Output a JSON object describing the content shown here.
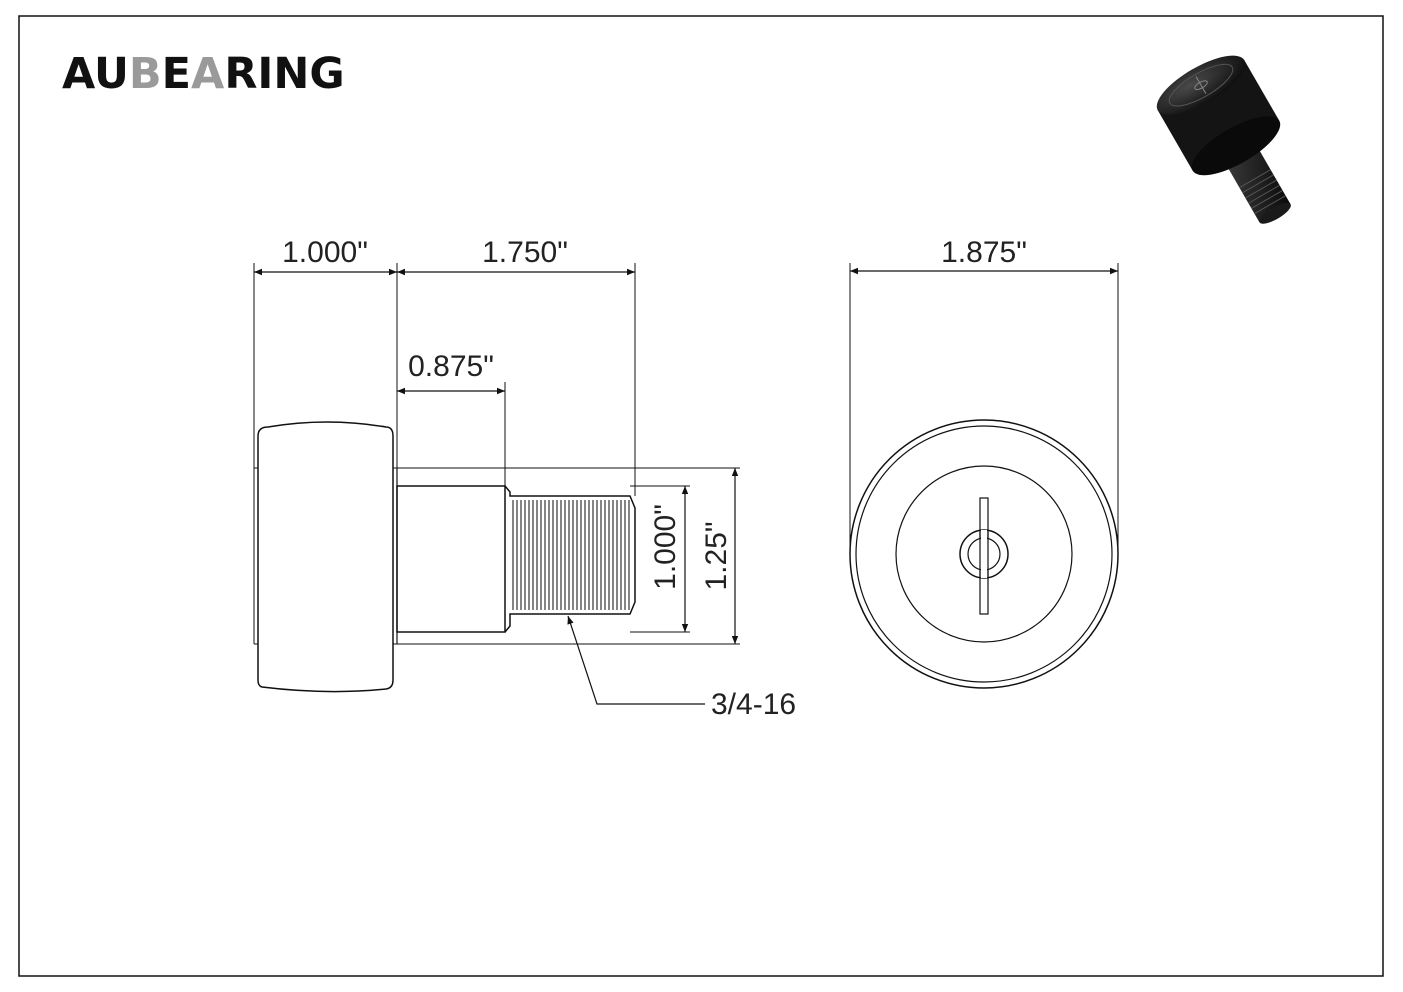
{
  "brand": {
    "part1": "AU",
    "part2": "B",
    "part3": "E",
    "part4": "A",
    "part5": "RING",
    "dark_color": "#111111",
    "gray_color": "#9a9a9a"
  },
  "dimensions": {
    "roller_width": "1.000\"",
    "stud_length": "1.750\"",
    "shank_length": "0.875\"",
    "roller_diameter": "1.875\"",
    "thread_diameter": "1.000\"",
    "flange_diameter": "1.25\"",
    "thread_spec": "3/4-16"
  },
  "icons": {
    "product_render": "cam-follower-3d-icon"
  }
}
